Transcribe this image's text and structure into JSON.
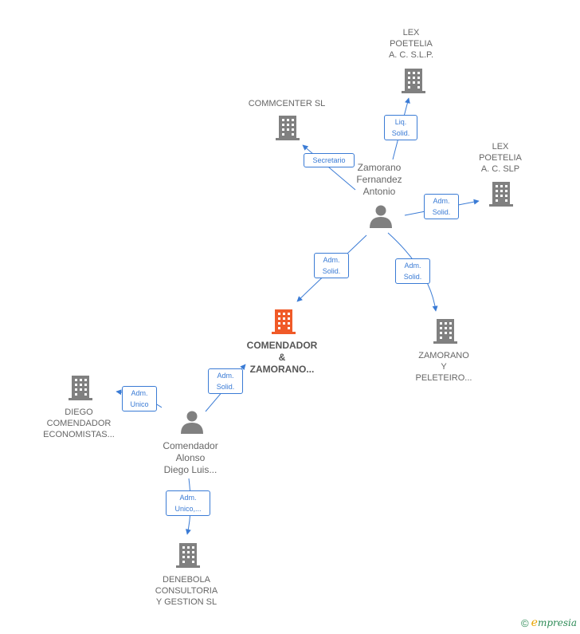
{
  "nodes": {
    "lex_slp_dotted": {
      "label_lines": [
        "LEX",
        "POETELIA",
        "A. C. S.L.P."
      ]
    },
    "commcenter": {
      "label_lines": [
        "COMMCENTER SL"
      ]
    },
    "lex_slp": {
      "label_lines": [
        "LEX",
        "POETELIA",
        "A. C. SLP"
      ]
    },
    "zamorano_person": {
      "label_lines": [
        "Zamorano",
        "Fernandez",
        "Antonio"
      ]
    },
    "comendador_center": {
      "label_lines": [
        "COMENDADOR",
        "&",
        "ZAMORANO..."
      ]
    },
    "zamorano_peleteiro": {
      "label_lines": [
        "ZAMORANO",
        "Y",
        "PELETEIRO..."
      ]
    },
    "diego_comendador": {
      "label_lines": [
        "DIEGO",
        "COMENDADOR",
        "ECONOMISTAS..."
      ]
    },
    "comendador_person": {
      "label_lines": [
        "Comendador",
        "Alonso",
        "Diego Luis..."
      ]
    },
    "denebola": {
      "label_lines": [
        "DENEBOLA",
        "CONSULTORIA",
        "Y GESTION SL"
      ]
    }
  },
  "edges": {
    "liq_solid": {
      "label_lines": [
        "Liq.",
        "Solid."
      ]
    },
    "secretario": {
      "label_lines": [
        "Secretario"
      ]
    },
    "adm_solid_lex": {
      "label_lines": [
        "Adm.",
        "Solid."
      ]
    },
    "adm_solid_center": {
      "label_lines": [
        "Adm.",
        "Solid."
      ]
    },
    "adm_solid_peleteiro": {
      "label_lines": [
        "Adm.",
        "Solid."
      ]
    },
    "adm_solid_comendador": {
      "label_lines": [
        "Adm.",
        "Solid."
      ]
    },
    "adm_unico_diego": {
      "label_lines": [
        "Adm.",
        "Unico"
      ]
    },
    "adm_unico_denebola": {
      "label_lines": [
        "Adm.",
        "Unico,..."
      ]
    }
  },
  "colors": {
    "edge": "#3a7bd5",
    "building": "#808080",
    "highlight": "#f05a28",
    "person": "#808080"
  },
  "footer": {
    "copyright": "©",
    "brand_initial": "e",
    "brand_rest": "mpresia"
  }
}
